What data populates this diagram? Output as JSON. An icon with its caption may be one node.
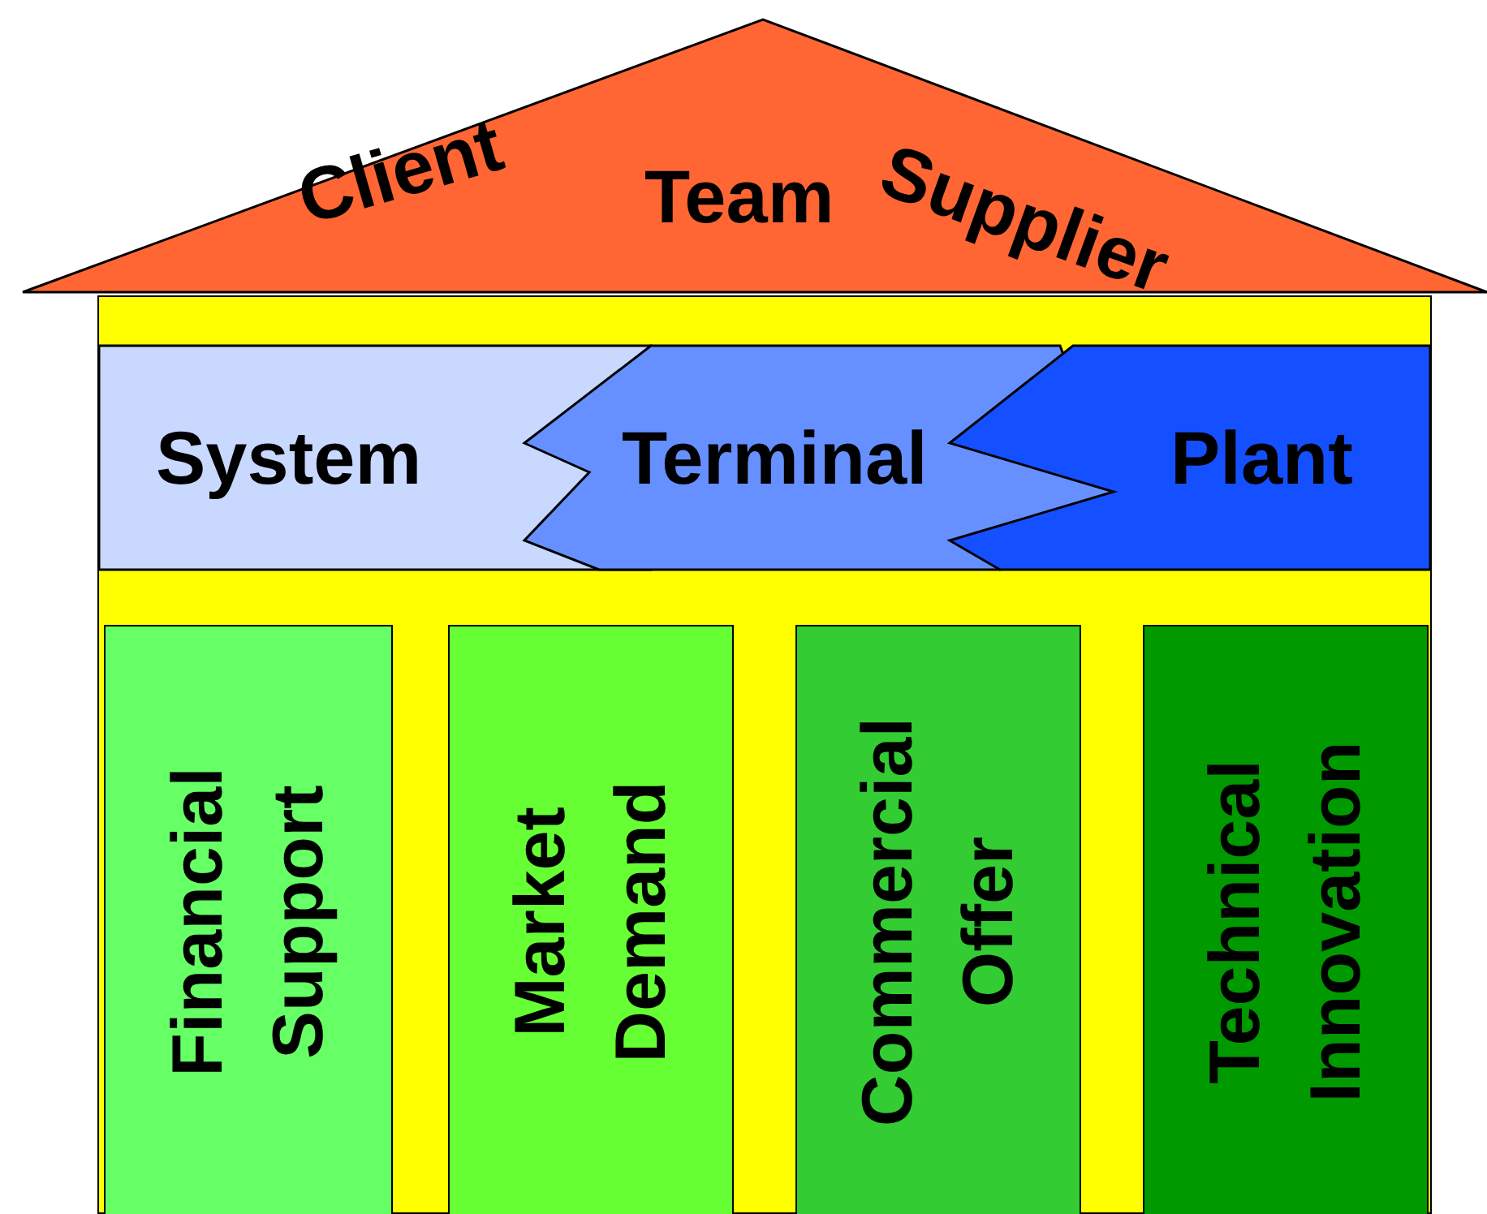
{
  "diagram": {
    "nodes": [
      {
        "text": [
          "Client",
          "Team",
          "Supplier"
        ]
      },
      {
        "text": [],
        "shape": "box"
      },
      {
        "text": [
          "System"
        ],
        "in": 1
      },
      {
        "text": [
          "Terminal"
        ],
        "in": 1
      },
      {
        "text": [
          "Plant"
        ],
        "in": 1
      },
      {
        "text": [
          "Financial Support"
        ],
        "in": 1
      },
      {
        "text": [
          "Market Demand"
        ],
        "in": 1
      },
      {
        "text": [
          "Commercial Offer"
        ],
        "in": 1
      },
      {
        "text": [
          "Technical Innovation"
        ],
        "in": 1
      }
    ]
  }
}
